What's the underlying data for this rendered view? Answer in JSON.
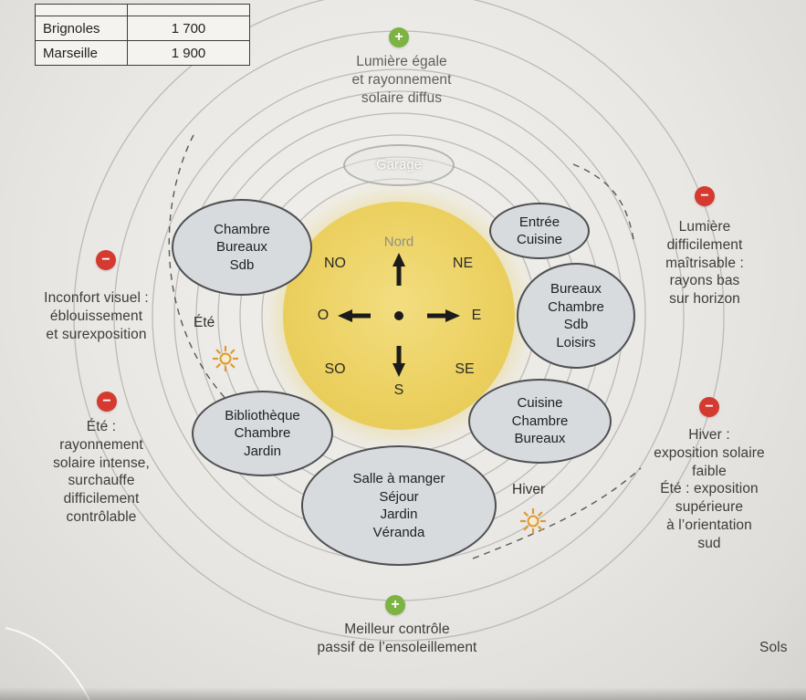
{
  "table": {
    "rows": [
      {
        "city": "Brignoles",
        "value": "1 700"
      },
      {
        "city": "Marseille",
        "value": "1 900"
      }
    ]
  },
  "compass": {
    "north": "Nord",
    "nw": "NO",
    "ne": "NE",
    "w": "O",
    "e": "E",
    "sw": "SO",
    "se": "SE",
    "s": "S"
  },
  "rooms": [
    {
      "name": "garage",
      "text": "Garage"
    },
    {
      "name": "nord-ouest",
      "text": "Chambre\nBureaux\nSdb"
    },
    {
      "name": "nord-est",
      "text": "Entrée\nCuisine"
    },
    {
      "name": "est",
      "text": "Bureaux\nChambre\nSdb\nLoisirs"
    },
    {
      "name": "sud-est",
      "text": "Cuisine\nChambre\nBureaux"
    },
    {
      "name": "sud",
      "text": "Salle à manger\nSéjour\nJardin\nVéranda"
    },
    {
      "name": "sud-ouest",
      "text": "Bibliothèque\nChambre\nJardin"
    }
  ],
  "notes": {
    "north": "Lumière égale\net rayonnement\nsolaire diffus",
    "south": "Meilleur contrôle\npassif de l’ensoleillement",
    "west_upper": "Inconfort visuel :\néblouissement\net surexposition",
    "west_lower": "Été :\nrayonnement\nsolaire intense,\nsurchauffe\ndifficilement\ncontrôlable",
    "east_upper": "Lumière\ndifficilement\nmaîtrisable :\nrayons bas\nsur horizon",
    "east_lower": "Hiver :\nexposition solaire\nfaible\nÉté : exposition\nsupérieure\nà l’orientation\nsud"
  },
  "seasons": {
    "summer": "Été",
    "winter": "Hiver"
  },
  "signs": {
    "plus": "+",
    "minus": "−"
  },
  "footer": {
    "cutoff_text": "Sols"
  },
  "colors": {
    "sun_circle": "#ecd161",
    "room_fill": "#d7dbde",
    "plus_badge": "#7cb342",
    "minus_badge": "#d43a2f",
    "sun_icon": "#dd9a33"
  }
}
